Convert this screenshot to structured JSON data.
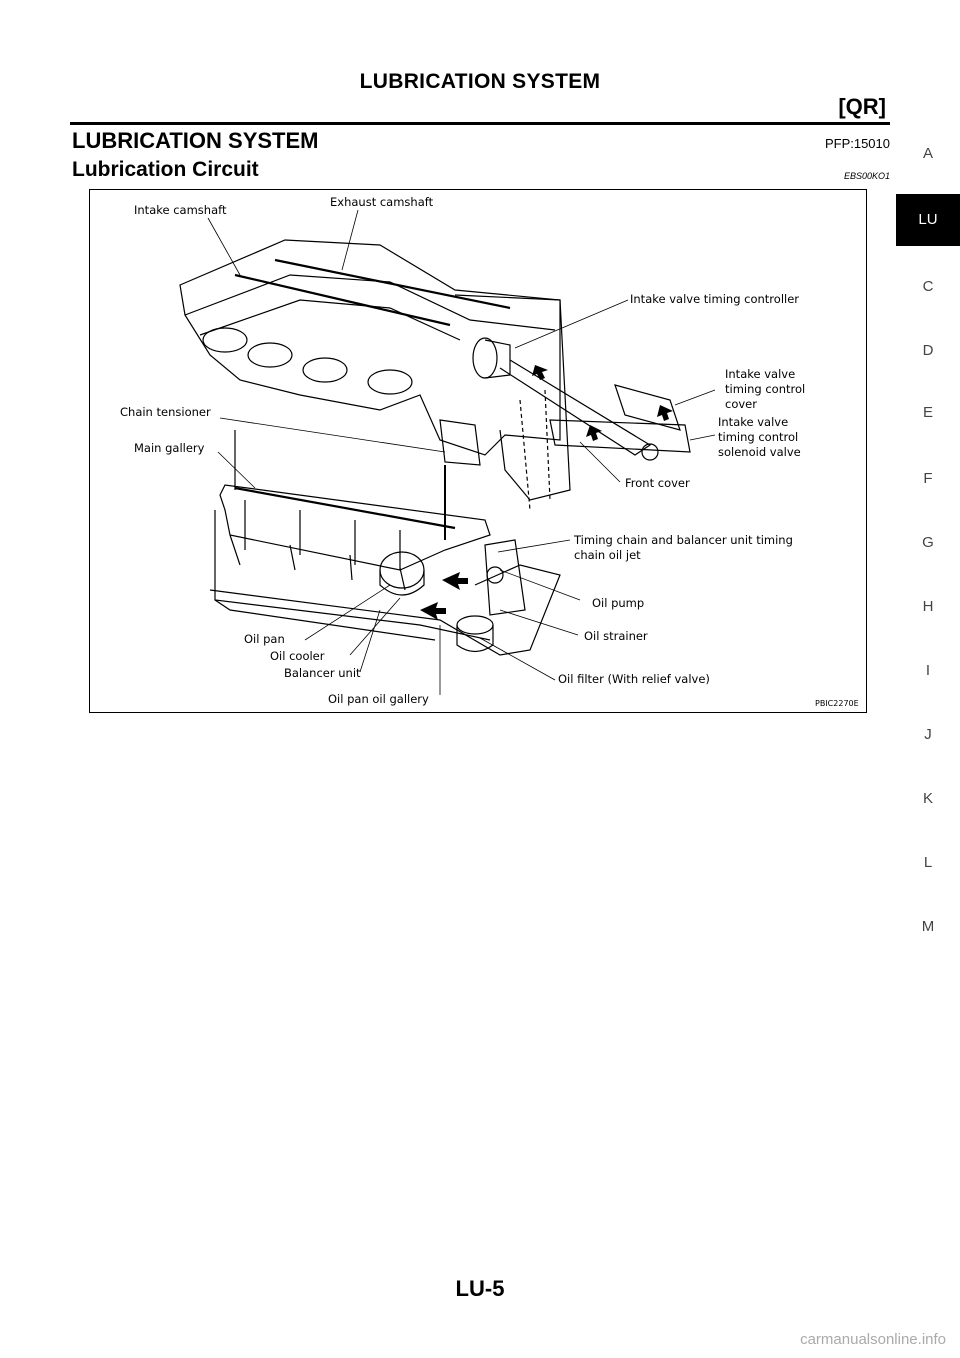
{
  "header": {
    "title": "LUBRICATION SYSTEM",
    "code": "[QR]"
  },
  "section": {
    "title": "LUBRICATION SYSTEM",
    "pfp": "PFP:15010"
  },
  "subsection": {
    "title": "Lubrication Circuit",
    "ref": "EBS00KO1"
  },
  "figure": {
    "code": "PBIC2270E",
    "labels": {
      "intake_camshaft": "Intake camshaft",
      "exhaust_camshaft": "Exhaust camshaft",
      "intake_valve_timing_controller": "Intake valve timing controller",
      "intake_valve_timing_control_cover": [
        "Intake valve",
        "timing control",
        "cover"
      ],
      "intake_valve_timing_control_solenoid_valve": [
        "Intake valve",
        "timing control",
        "solenoid valve"
      ],
      "chain_tensioner": "Chain tensioner",
      "main_gallery": "Main gallery",
      "front_cover": "Front cover",
      "timing_chain_oil_jet": [
        "Timing chain and balancer unit timing",
        "chain oil jet"
      ],
      "oil_pump": "Oil pump",
      "oil_strainer": "Oil strainer",
      "oil_pan": "Oil pan",
      "oil_cooler": "Oil cooler",
      "balancer_unit": "Balancer unit",
      "oil_filter": "Oil filter (With relief valve)",
      "oil_pan_oil_gallery": "Oil pan oil gallery"
    }
  },
  "side_index": [
    "A",
    "LU",
    "C",
    "D",
    "E",
    "F",
    "G",
    "H",
    "I",
    "J",
    "K",
    "L",
    "M"
  ],
  "side_index_active": "LU",
  "page_number": "LU-5",
  "watermark": "carmanualsonline.info"
}
